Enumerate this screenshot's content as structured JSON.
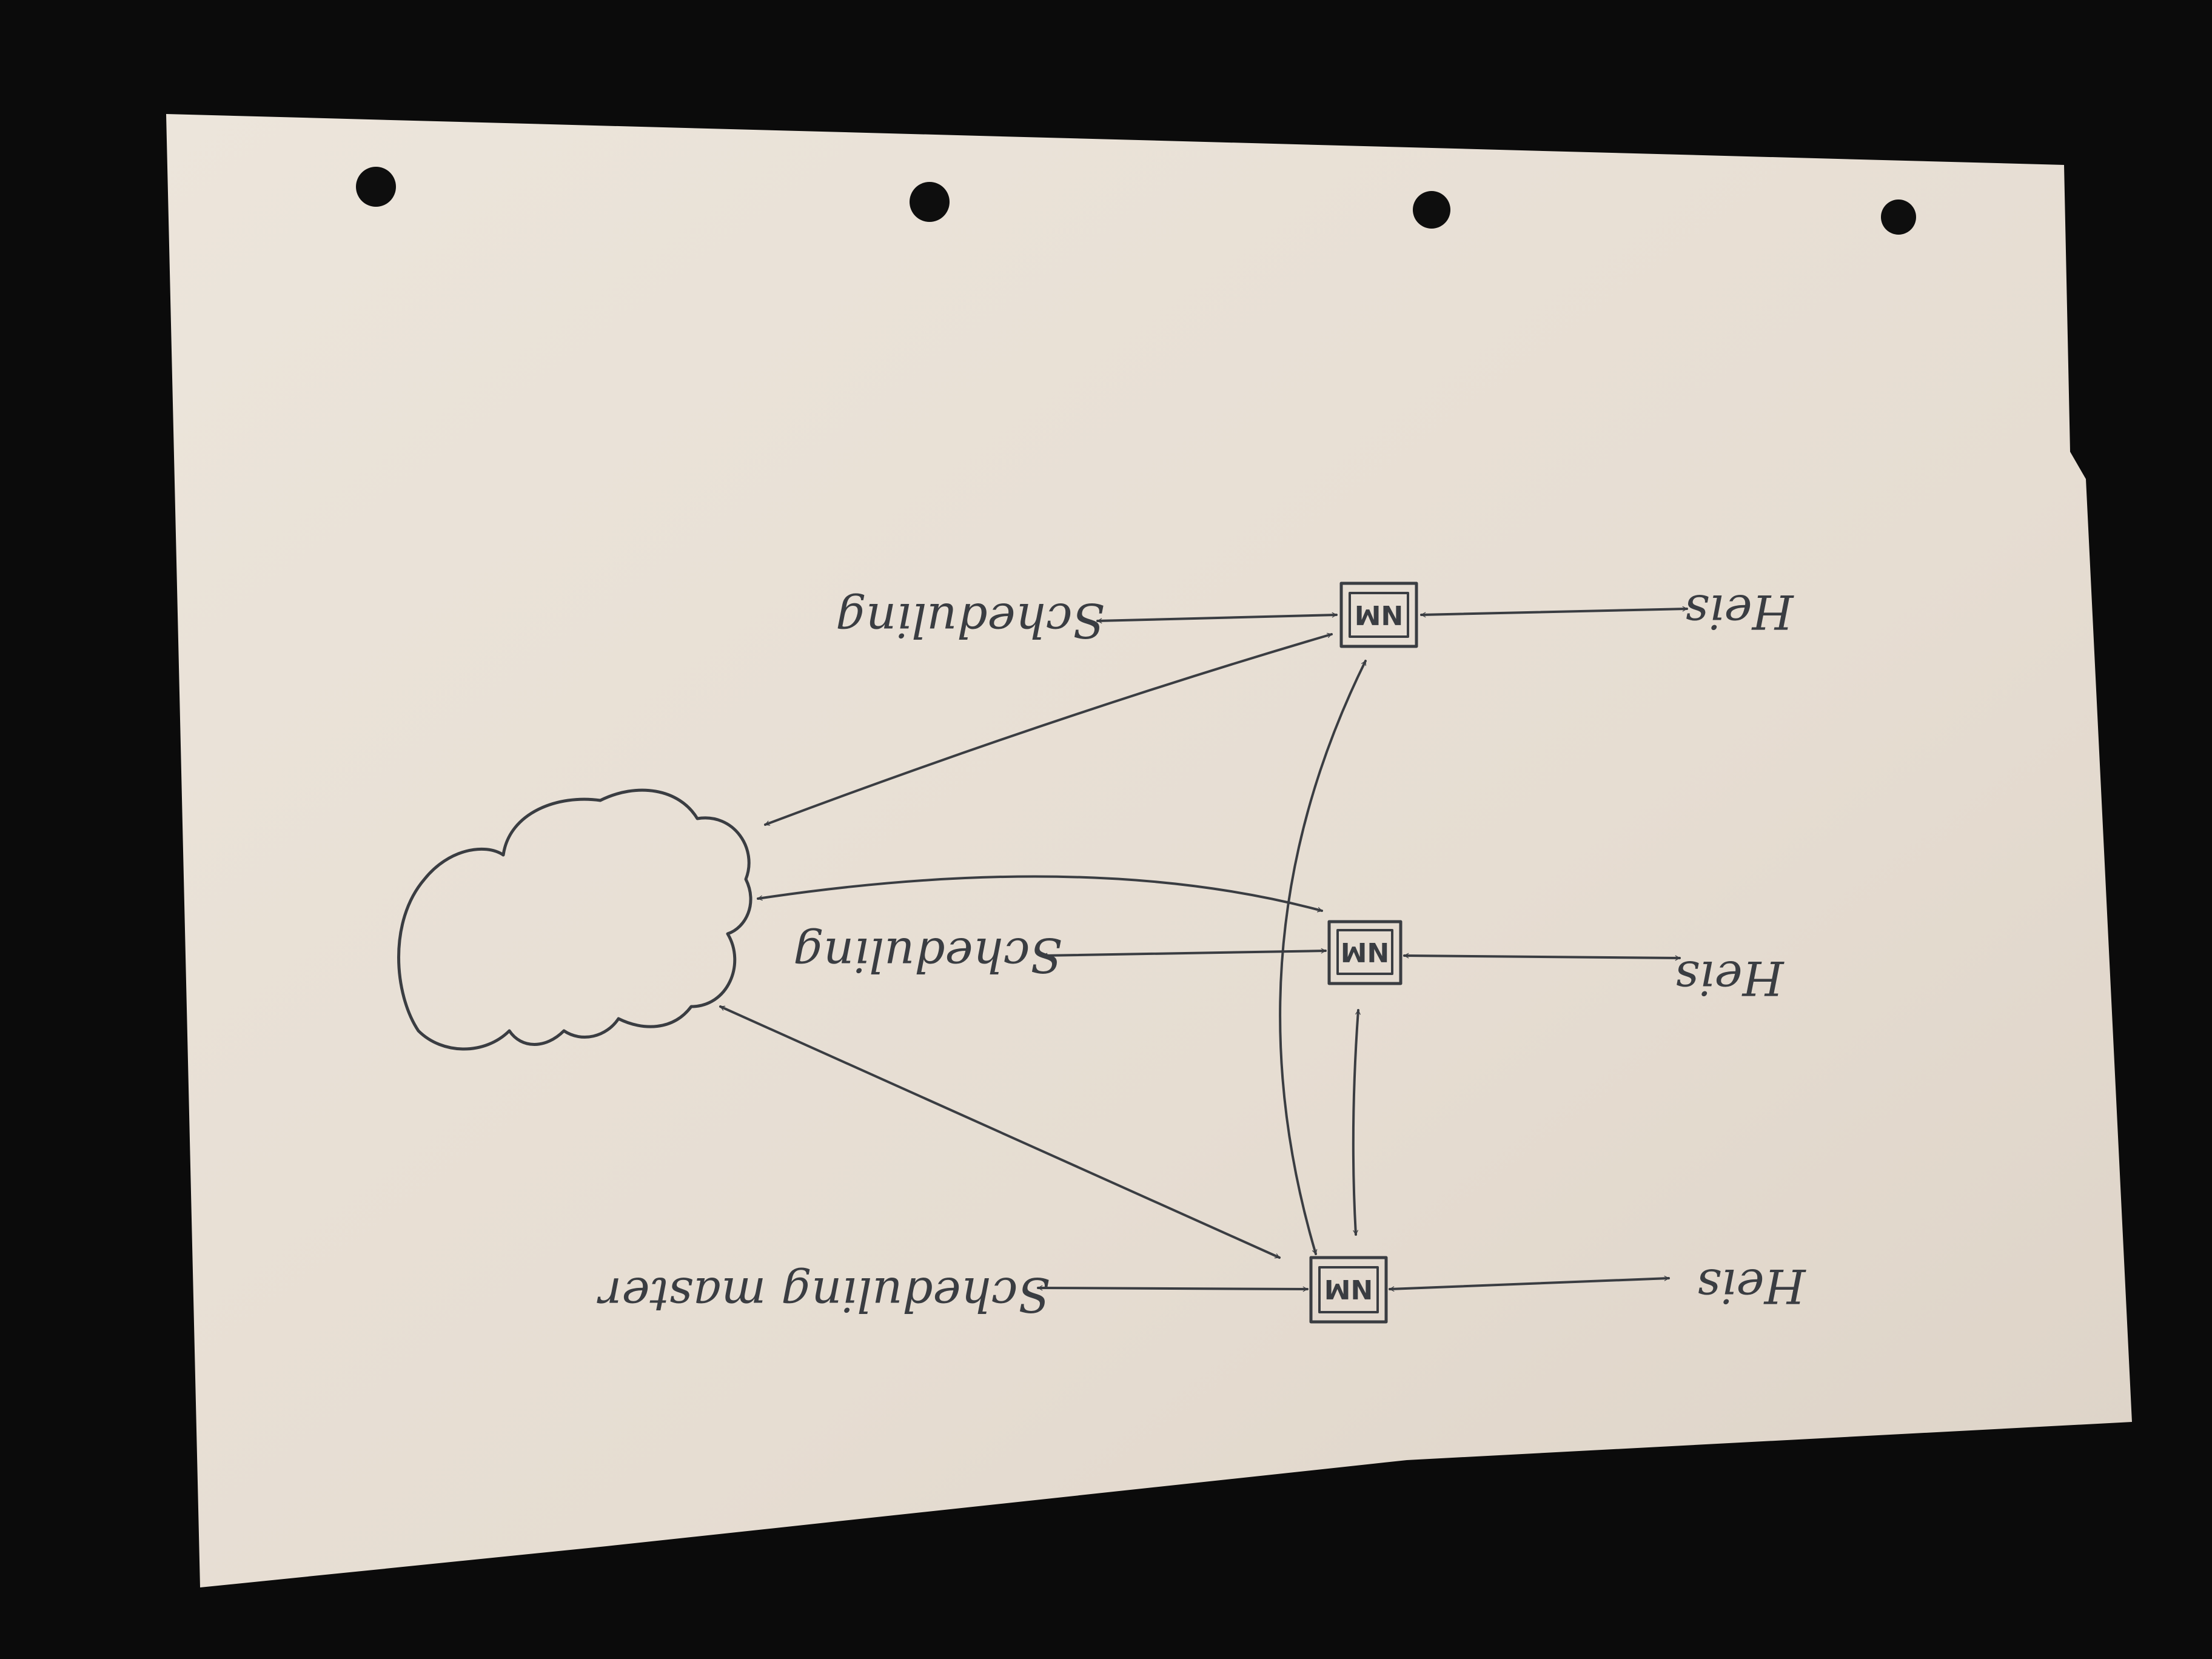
{
  "diagram": {
    "orientation": "upside-down",
    "nodes": [
      {
        "id": "cloud",
        "label": ""
      },
      {
        "id": "nm_top",
        "label": "NM"
      },
      {
        "id": "nm_mid",
        "label": "NM"
      },
      {
        "id": "nm_bot",
        "label": "NM"
      },
      {
        "id": "sched_top",
        "label": "Scheduling"
      },
      {
        "id": "sched_mid",
        "label": "Scheduling"
      },
      {
        "id": "sched_bot",
        "label": "Scheduling master"
      },
      {
        "id": "heis_top",
        "label": "Heis"
      },
      {
        "id": "heis_mid",
        "label": "Heis"
      },
      {
        "id": "heis_bot",
        "label": "Heis"
      }
    ],
    "edges": [
      {
        "from": "sched_top",
        "to": "nm_top",
        "direction": "both"
      },
      {
        "from": "nm_top",
        "to": "heis_top",
        "direction": "both"
      },
      {
        "from": "sched_mid",
        "to": "nm_mid",
        "direction": "both"
      },
      {
        "from": "nm_mid",
        "to": "heis_mid",
        "direction": "both"
      },
      {
        "from": "sched_bot",
        "to": "nm_bot",
        "direction": "both"
      },
      {
        "from": "nm_bot",
        "to": "heis_bot",
        "direction": "both"
      },
      {
        "from": "cloud",
        "to": "nm_top",
        "direction": "both"
      },
      {
        "from": "cloud",
        "to": "nm_mid",
        "direction": "both"
      },
      {
        "from": "cloud",
        "to": "nm_bot",
        "direction": "both"
      },
      {
        "from": "nm_mid",
        "to": "nm_bot",
        "direction": "both"
      },
      {
        "from": "nm_top",
        "to": "nm_bot",
        "direction": "both"
      }
    ]
  },
  "colors": {
    "background": "#0b0b0b",
    "paper": "#e8e0d6",
    "ink": "#3a3d42",
    "hole": "#0e0e0e"
  }
}
